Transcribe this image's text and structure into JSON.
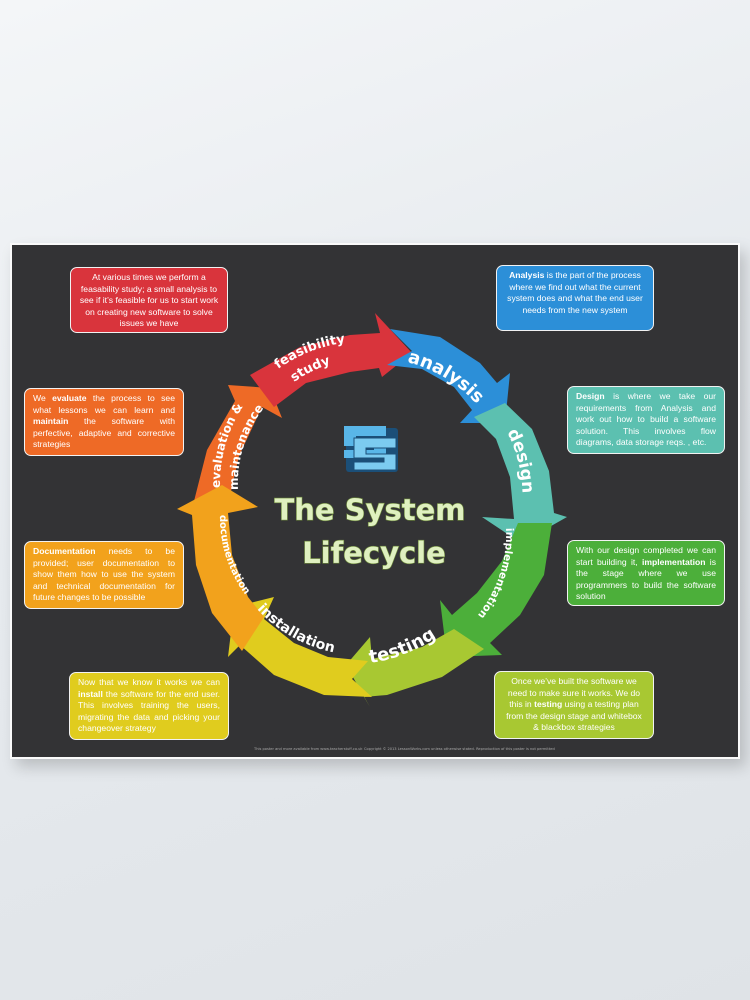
{
  "title_line1": "The System",
  "title_line2": "Lifecycle",
  "stages": {
    "feasibility_1": "feasibility",
    "feasibility_2": "study",
    "analysis": "analysis",
    "design": "design",
    "implementation": "implementation",
    "testing": "testing",
    "installation": "installation",
    "documentation": "documentation",
    "evaluation_1": "evaluation &",
    "evaluation_2": "maintenance"
  },
  "boxes": {
    "feasibility": {
      "text": "At various times we perform a feasability study; a small analysis to see if it’s feasible for us to start work on creating new software to solve issues we have"
    },
    "analysis": {
      "bold": "Analysis",
      "text": " is the part of the process where we find out what the current system does and what the end user needs from the new system"
    },
    "design": {
      "bold": "Design",
      "text": " is where we take our requirements from Analysis and work out how to build a software solution. This involves flow diagrams, data storage reqs. , etc."
    },
    "implementation": {
      "pre": "With our design completed we can start building it, ",
      "bold": "implementation",
      "post": " is the stage where we use programmers to build the software solution"
    },
    "testing": {
      "pre": "Once we’ve built the software we need to make sure it works. We do this in ",
      "bold": "testing",
      "post": " using a testing plan from the design stage and whitebox & blackbox strategies"
    },
    "installation": {
      "pre": "Now that we know it works we can ",
      "bold": "install",
      "post": " the software for the end user. This involves training the users, migrating the data and picking your changeover strategy"
    },
    "documentation": {
      "bold": "Documentation",
      "text": " needs to be provided; user documentation to show them how to use the system and technical documentation for future changes to be possible"
    },
    "evaluation": {
      "pre": "We ",
      "bold1": "evaluate",
      "mid": " the process to see what lessons we can learn and ",
      "bold2": "maintain",
      "post": " the software with perfective, adaptive and corrective strategies"
    }
  },
  "footer": {
    "left": "This poster and more available from www.teacherstuff.co.uk",
    "right": "Copyright © 2013 LessonWorks.com unless otherwise stated. Reproduction of this poster is not permitted"
  },
  "colors": {
    "background": "#333335",
    "feasibility": "#d9343c",
    "analysis": "#2c8fd8",
    "design": "#5cc0b0",
    "implementation": "#4caf3a",
    "testing": "#a8c832",
    "installation": "#e0cc1e",
    "documentation": "#f2a21c",
    "evaluation": "#ee6a26",
    "title": "#dff0c0",
    "logo": "#59b6e8"
  },
  "icons": [
    "logo-icon"
  ]
}
